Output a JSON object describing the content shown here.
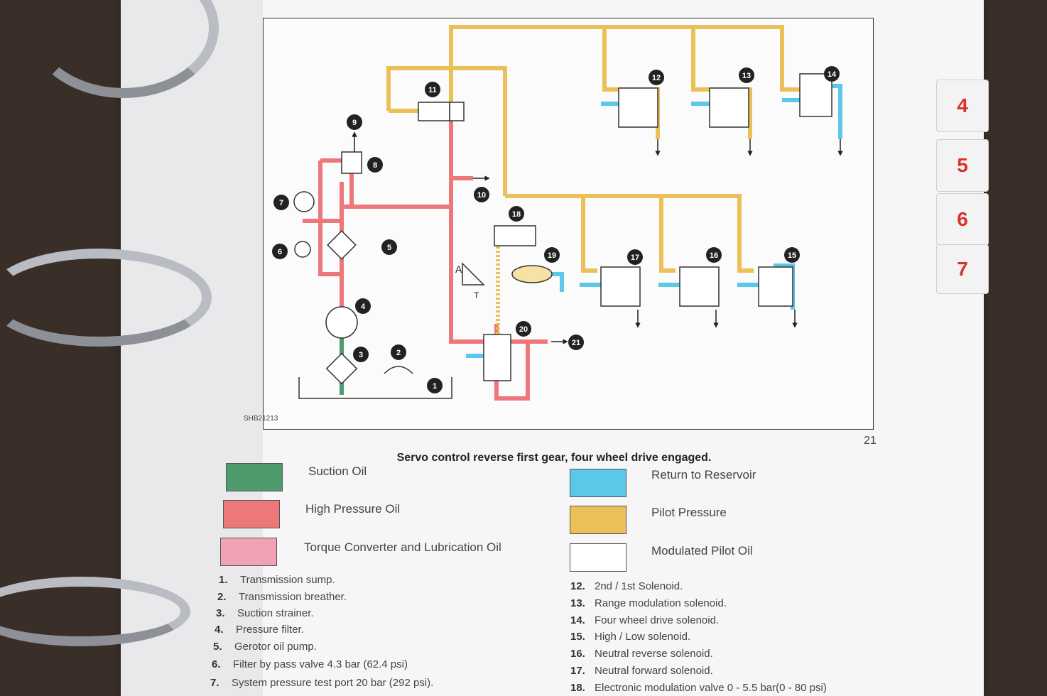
{
  "tabs": [
    "4",
    "5",
    "6",
    "7"
  ],
  "diagram": {
    "ref_code": "SHB21213",
    "figure_number": "21",
    "callouts": [
      "1",
      "2",
      "3",
      "4",
      "5",
      "6",
      "7",
      "8",
      "9",
      "10",
      "11",
      "12",
      "13",
      "14",
      "15",
      "16",
      "17",
      "18",
      "19",
      "20",
      "21"
    ],
    "marks": {
      "A": "A",
      "T": "T"
    }
  },
  "caption": "Servo control reverse first gear, four wheel drive engaged.",
  "legend": [
    {
      "label": "Suction Oil",
      "color": "#4e9c6e"
    },
    {
      "label": "High Pressure Oil",
      "color": "#ee7779"
    },
    {
      "label": "Torque Converter and Lubrication Oil",
      "color": "#f0a2b3"
    },
    {
      "label": "Return to Reservoir",
      "color": "#5ac8e6"
    },
    {
      "label": "Pilot Pressure",
      "color": "#ebc058"
    },
    {
      "label": "Modulated Pilot Oil",
      "color": "#ffffff"
    }
  ],
  "items_left": [
    {
      "num": "1.",
      "text": "Transmission sump."
    },
    {
      "num": "2.",
      "text": "Transmission breather."
    },
    {
      "num": "3.",
      "text": "Suction strainer."
    },
    {
      "num": "4.",
      "text": "Pressure filter."
    },
    {
      "num": "5.",
      "text": "Gerotor oil pump."
    },
    {
      "num": "6.",
      "text": "Filter by pass valve 4.3 bar (62.4 psi)"
    },
    {
      "num": "7.",
      "text": "System pressure test port 20 bar (292 psi)."
    }
  ],
  "items_right": [
    {
      "num": "12.",
      "text": "2nd / 1st Solenoid."
    },
    {
      "num": "13.",
      "text": "Range modulation solenoid."
    },
    {
      "num": "14.",
      "text": "Four wheel drive solenoid."
    },
    {
      "num": "15.",
      "text": "High / Low solenoid."
    },
    {
      "num": "16.",
      "text": "Neutral reverse solenoid."
    },
    {
      "num": "17.",
      "text": "Neutral forward solenoid."
    },
    {
      "num": "18.",
      "text": "Electronic modulation valve 0 - 5.5 bar(0 - 80 psi)"
    }
  ]
}
